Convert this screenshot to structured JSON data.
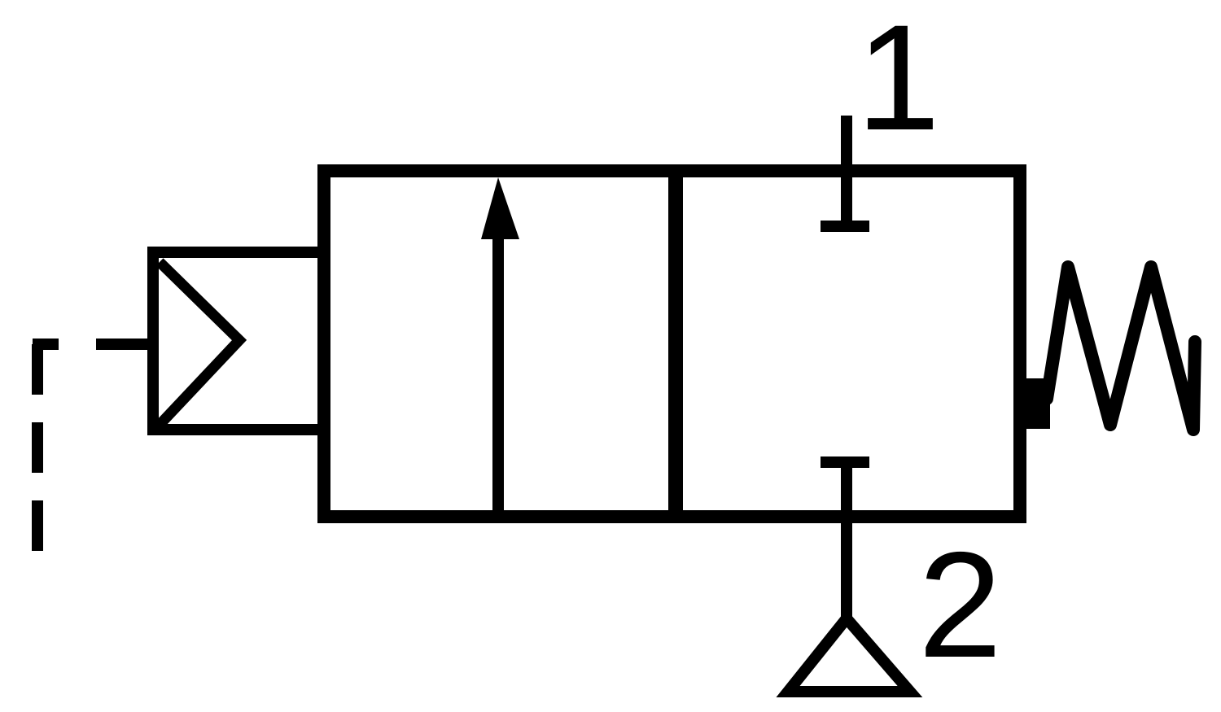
{
  "diagram": {
    "ports": [
      {
        "id": "1",
        "label": "1"
      },
      {
        "id": "2",
        "label": "2"
      }
    ],
    "stroke_color": "#000000",
    "background_color": "#ffffff",
    "icons": {
      "actuator": "pilot-actuator-icon",
      "spring": "spring-return-icon",
      "exhaust": "exhaust-triangle-icon",
      "flow_arrow": "flow-arrow-icon",
      "blocked_port": "blocked-port-icon"
    }
  }
}
